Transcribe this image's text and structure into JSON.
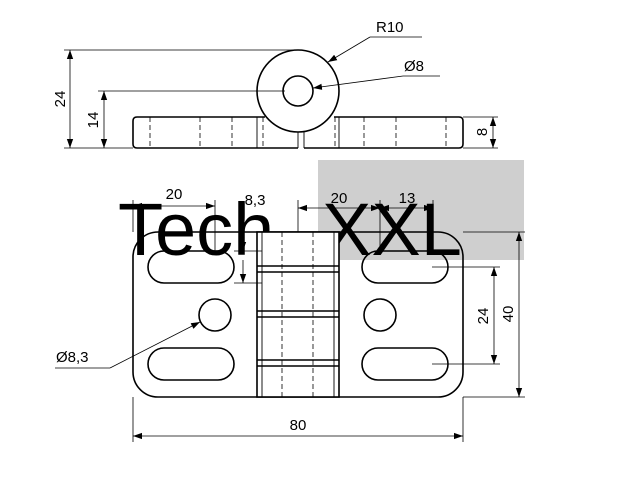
{
  "watermark": {
    "text_light": "Tech",
    "text_dark": "XXL",
    "color_light": "#e3e3e3",
    "color_dark": "#cfcfcf"
  },
  "side_view": {
    "dims": {
      "overall_height": "24",
      "pin_height": "14",
      "leaf_thickness": "8",
      "radius": "R10",
      "hole_diameter": "Ø8"
    }
  },
  "front_view": {
    "dims": {
      "slot_offset": "20",
      "slot_width": "8,3",
      "knuckle_width": "20",
      "slot_length": "13",
      "hole_spacing": "24",
      "height": "40",
      "width": "80",
      "hole_diameter": "Ø8,3"
    }
  }
}
